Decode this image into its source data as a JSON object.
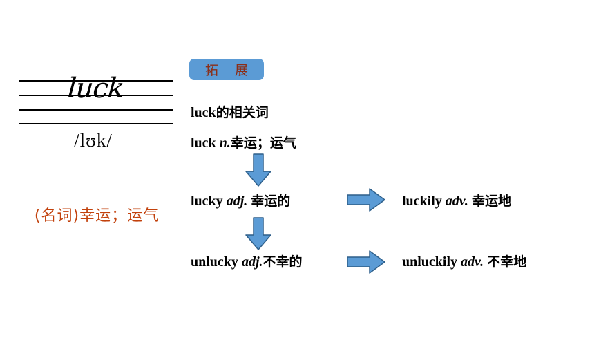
{
  "word_card": {
    "handwritten_word": "luck",
    "phonetic": "/lʊk/",
    "meaning": "(名词)幸运；运气",
    "meaning_color": "#C2410C",
    "guide_line_count": 4
  },
  "extension": {
    "badge_label": "拓 展",
    "badge_bg_color": "#5B9BD5",
    "badge_text_color": "#8B2E17",
    "heading": {
      "word": "luck",
      "cn": "的相关词"
    },
    "entries": {
      "noun": {
        "word": "luck",
        "pos": "n.",
        "cn": "幸运；运气"
      },
      "adj_lucky": {
        "word": "lucky",
        "pos": "adj.",
        "cn": "幸运的"
      },
      "adv_luckily": {
        "word": "luckily",
        "pos": "adv.",
        "cn": "幸运地"
      },
      "adj_unlucky": {
        "word": "unlucky",
        "pos": "adj.",
        "cn": "不幸的"
      },
      "adv_unluckily": {
        "word": "unluckily",
        "pos": "adv.",
        "cn": "不幸地"
      }
    },
    "arrows": {
      "fill_color": "#5B9BD5",
      "stroke_color": "#2E5F8A",
      "down_1": "arrow-down-icon",
      "down_2": "arrow-down-icon",
      "right_1": "arrow-right-icon",
      "right_2": "arrow-right-icon"
    }
  }
}
